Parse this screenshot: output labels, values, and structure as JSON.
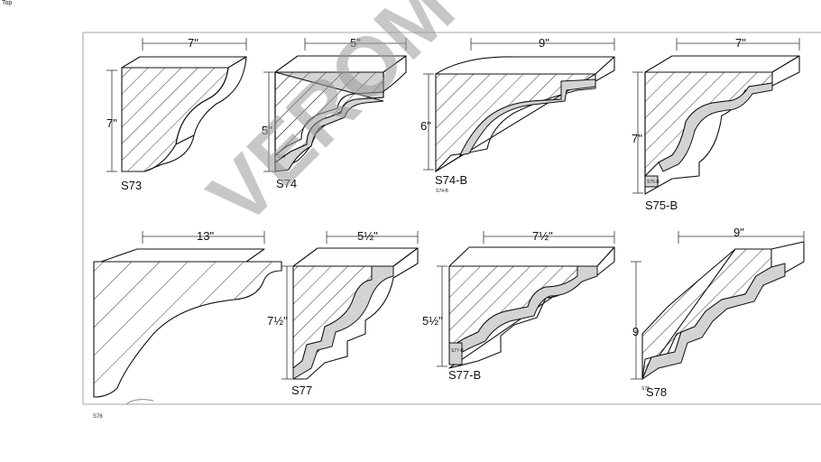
{
  "view_label": "Top",
  "watermark": "VEROM",
  "footnote": "S76",
  "brackets": [
    {
      "id": "S73",
      "label": "S73",
      "width": "7\"",
      "height": "7\"",
      "small_label": ""
    },
    {
      "id": "S74",
      "label": "S74",
      "width": "5\"",
      "height": "5\"",
      "small_label": "S74"
    },
    {
      "id": "S74-B",
      "label": "S74-B",
      "width": "9\"",
      "height": "6\"",
      "small_label": "S74-B"
    },
    {
      "id": "S75-B",
      "label": "S75-B",
      "width": "7\"",
      "height": "7\"",
      "small_label": "S75-B"
    },
    {
      "id": "S76",
      "label": "",
      "width": "13\"",
      "height": "",
      "small_label": ""
    },
    {
      "id": "S77",
      "label": "S77",
      "width": "5½\"",
      "height": "7½\"",
      "small_label": ""
    },
    {
      "id": "S77-B",
      "label": "S77-B",
      "width": "7½\"",
      "height": "5½\"",
      "small_label": "S77-B"
    },
    {
      "id": "S78",
      "label": "S78",
      "width": "9\"",
      "height": "9",
      "small_label": "S78"
    }
  ],
  "colors": {
    "profile_fill": "#d3d3d3",
    "line": "#111111",
    "watermark": "#9a9a9a"
  }
}
